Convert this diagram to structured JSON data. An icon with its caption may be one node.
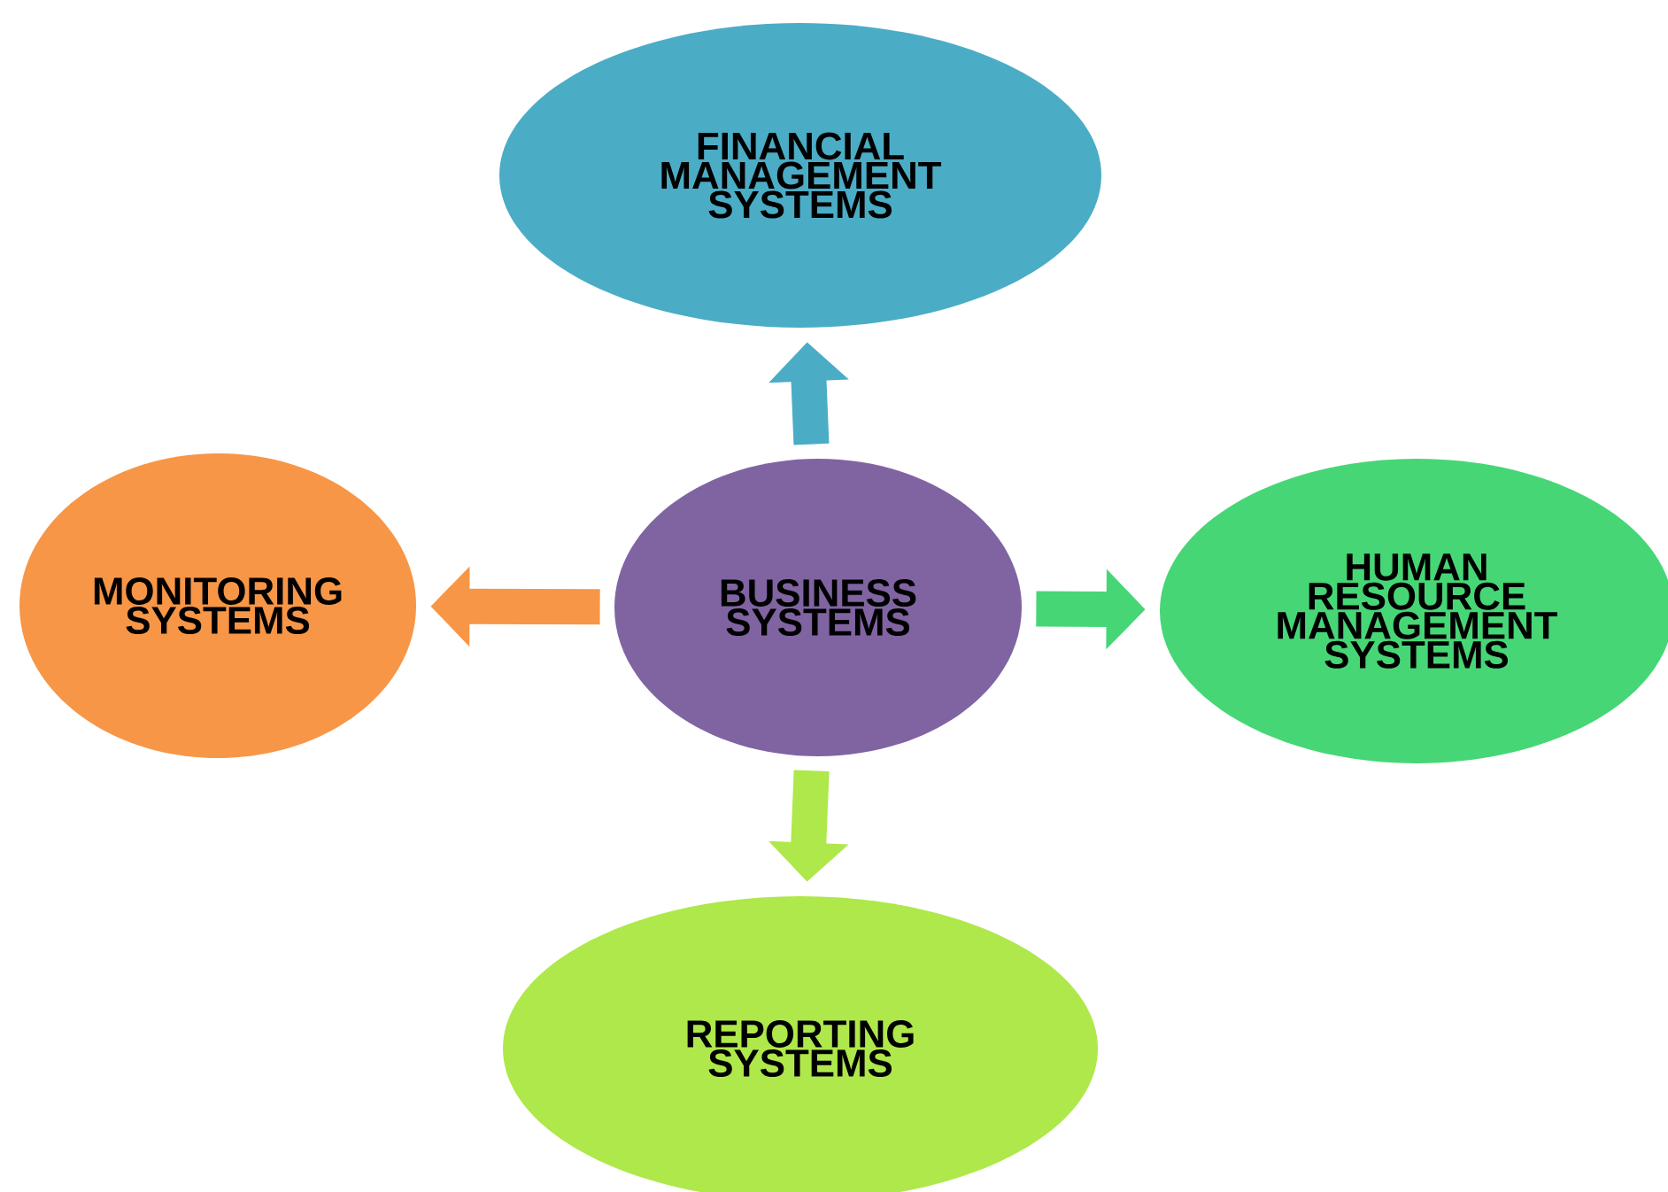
{
  "diagram": {
    "nodes": [
      {
        "text": [
          "BUSINESS SYSTEMS"
        ]
      },
      {
        "text": [
          "FINANCIAL MANAGEMENT SYSTEMS"
        ]
      },
      {
        "text": [
          "HUMAN RESOURCE MANAGEMENT SYSTEMS"
        ]
      },
      {
        "text": [
          "REPORTING SYSTEMS"
        ]
      },
      {
        "text": [
          "MONITORING SYSTEMS"
        ]
      }
    ],
    "edges": [
      {
        "from": 0,
        "to": 1,
        "arrow": "to",
        "color": "#4bacc6"
      },
      {
        "from": 0,
        "to": 2,
        "arrow": "to",
        "color": "#47d676"
      },
      {
        "from": 0,
        "to": 3,
        "arrow": "to",
        "color": "#aee84a"
      },
      {
        "from": 0,
        "to": 4,
        "arrow": "to",
        "color": "#f79646"
      }
    ]
  }
}
